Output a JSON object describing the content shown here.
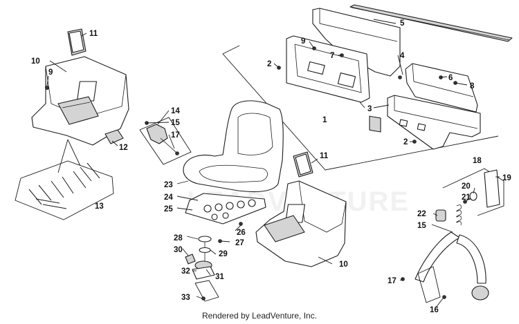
{
  "diagram": {
    "watermark": "LEADVENTURE",
    "footer": "Rendered by LeadVenture, Inc.",
    "callouts": {
      "c1": "1",
      "c2a": "2",
      "c2b": "2",
      "c3": "3",
      "c4": "4",
      "c5": "5",
      "c6": "6",
      "c7": "7",
      "c8": "8",
      "c9a": "9",
      "c9b": "9",
      "c10a": "10",
      "c10b": "10",
      "c11a": "11",
      "c11b": "11",
      "c12": "12",
      "c13": "13",
      "c14": "14",
      "c15a": "15",
      "c15b": "15",
      "c16": "16",
      "c17a": "17",
      "c17b": "17",
      "c18": "18",
      "c19": "19",
      "c20": "20",
      "c21": "21",
      "c22": "22",
      "c23": "23",
      "c24": "24",
      "c25": "25",
      "c26": "26",
      "c27": "27",
      "c28": "28",
      "c29": "29",
      "c30": "30",
      "c31": "31",
      "c32": "32",
      "c33": "33"
    }
  }
}
